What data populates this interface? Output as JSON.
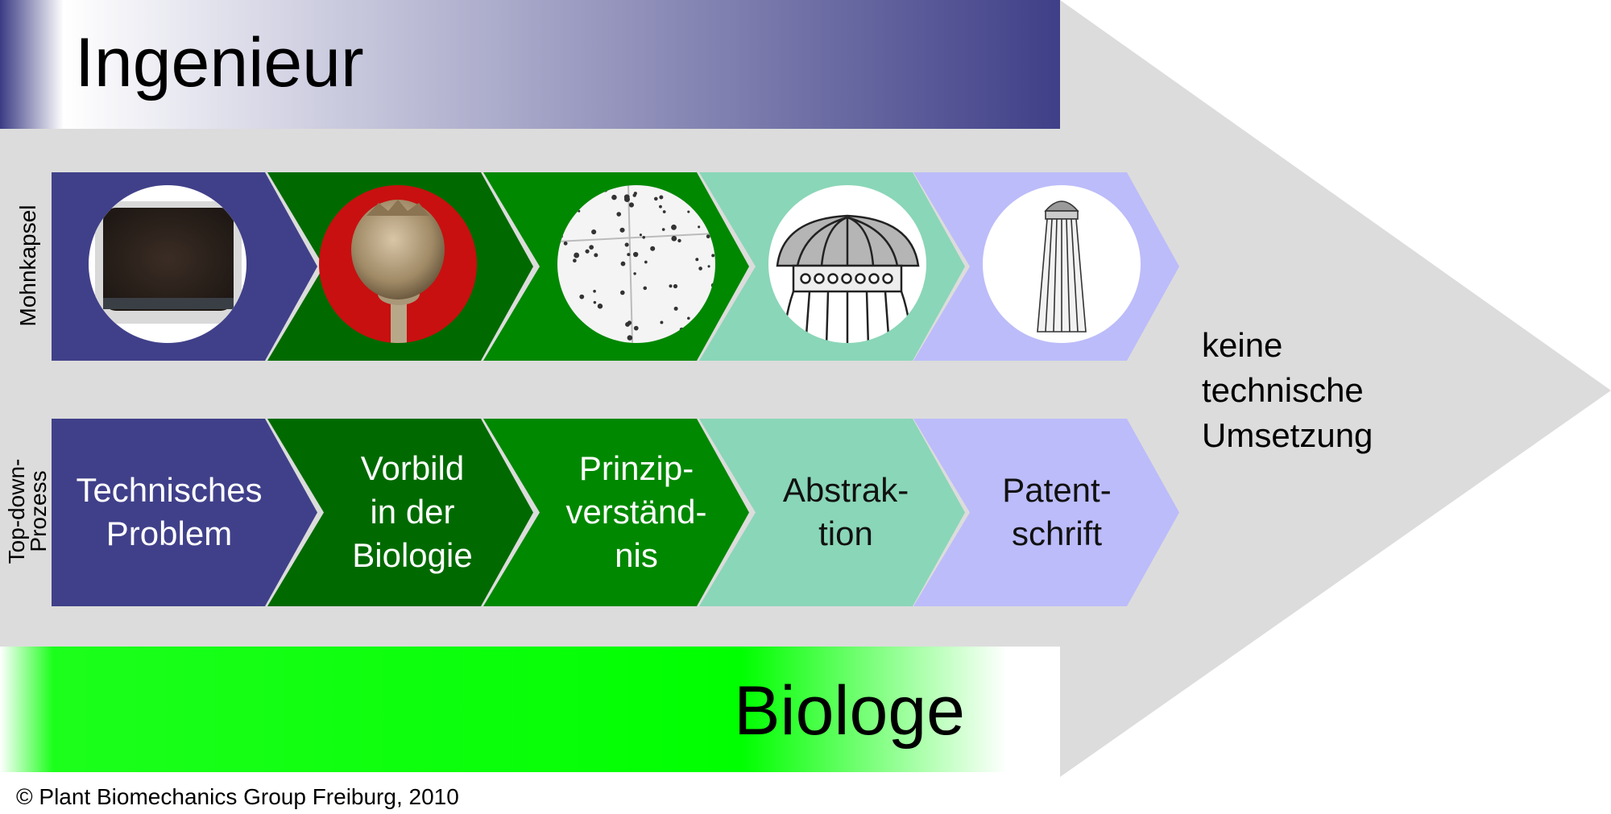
{
  "header": {
    "title": "Ingenieur"
  },
  "footer_band": {
    "title": "Biologe"
  },
  "row_labels": {
    "top": "Mohnkapsel",
    "bottom_line1": "Top-down-",
    "bottom_line2": "Prozess"
  },
  "steps": [
    {
      "lines": [
        "Technisches",
        "Problem"
      ],
      "image": "soil-pot-photo",
      "color": "#40408a",
      "text_color": "#ffffff"
    },
    {
      "lines": [
        "Vorbild",
        "in der",
        "Biologie"
      ],
      "image": "poppy-capsule-photo",
      "color": "#006a00",
      "text_color": "#ffffff"
    },
    {
      "lines": [
        "Prinzip-",
        "verständ-",
        "nis"
      ],
      "image": "seed-scatter-photo",
      "color": "#008800",
      "text_color": "#ffffff"
    },
    {
      "lines": [
        "Abstrak-",
        "tion"
      ],
      "image": "capsule-drawing",
      "color": "#8ad6b8",
      "text_color": "#111111"
    },
    {
      "lines": [
        "Patent-",
        "schrift"
      ],
      "image": "tower-drawing",
      "color": "#bcbcfa",
      "text_color": "#111111"
    }
  ],
  "result": {
    "lines": [
      "keine",
      "technische",
      "Umsetzung"
    ]
  },
  "copyright": "© Plant Biomechanics Group Freiburg, 2010",
  "colors": {
    "arrow": "#dcdcdc",
    "engineer_band": "#40408a",
    "biologist_band": "#00ff00"
  }
}
